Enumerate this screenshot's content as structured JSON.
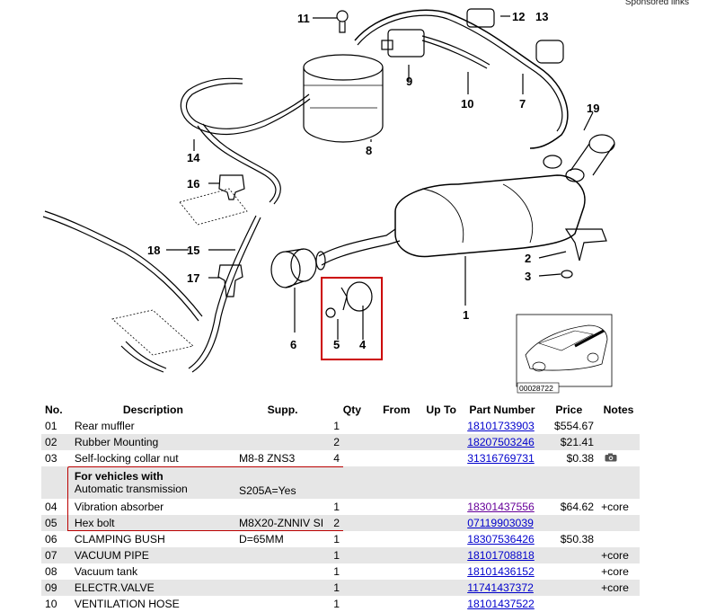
{
  "sponsored_label": "Sponsored links",
  "diagram": {
    "callouts": [
      "11",
      "12",
      "13",
      "9",
      "10",
      "7",
      "19",
      "14",
      "8",
      "16",
      "18",
      "15",
      "17",
      "6",
      "5",
      "4",
      "2",
      "3",
      "1"
    ],
    "ref_number": "00028722",
    "highlight_color": "#cc0000"
  },
  "table": {
    "headers": {
      "no": "No.",
      "description": "Description",
      "supp": "Supp.",
      "qty": "Qty",
      "from": "From",
      "upto": "Up To",
      "part_number": "Part Number",
      "price": "Price",
      "notes": "Notes"
    },
    "rows": [
      {
        "no": "01",
        "description": "Rear muffler",
        "supp": "",
        "qty": "1",
        "part_number": "18101733903",
        "price": "$554.67",
        "notes": ""
      },
      {
        "no": "02",
        "description": "Rubber Mounting",
        "supp": "",
        "qty": "2",
        "part_number": "18207503246",
        "price": "$21.41",
        "notes": ""
      },
      {
        "no": "03",
        "description": "Self-locking collar nut",
        "supp": "M8-8 ZNS3",
        "qty": "4",
        "part_number": "31316769731",
        "price": "$0.38",
        "notes": ""
      },
      {
        "condition_title": "For vehicles with",
        "condition_sub": "Automatic transmission",
        "supp": "S205A=Yes"
      },
      {
        "no": "04",
        "description": "Vibration absorber",
        "supp": "",
        "qty": "1",
        "part_number": "18301437556",
        "price": "$64.62",
        "notes": "+core"
      },
      {
        "no": "05",
        "description": "Hex bolt",
        "supp": "M8X20-ZNNIV SI",
        "qty": "2",
        "part_number": "07119903039",
        "price": "",
        "notes": ""
      },
      {
        "no": "06",
        "description": "CLAMPING BUSH",
        "supp": "D=65MM",
        "qty": "1",
        "part_number": "18307536426",
        "price": "$50.38",
        "notes": ""
      },
      {
        "no": "07",
        "description": "VACUUM PIPE",
        "supp": "",
        "qty": "1",
        "part_number": "18101708818",
        "price": "",
        "notes": "+core"
      },
      {
        "no": "08",
        "description": "Vacuum tank",
        "supp": "",
        "qty": "1",
        "part_number": "18101436152",
        "price": "",
        "notes": "+core"
      },
      {
        "no": "09",
        "description": "ELECTR.VALVE",
        "supp": "",
        "qty": "1",
        "part_number": "11741437372",
        "price": "",
        "notes": "+core"
      },
      {
        "no": "10",
        "description": "VENTILATION HOSE",
        "supp": "",
        "qty": "1",
        "part_number": "18101437522",
        "price": "",
        "notes": ""
      }
    ]
  },
  "colors": {
    "link": "#0000cc",
    "visited_link": "#660099",
    "row_alt": "#e6e6e6",
    "highlight": "#b00000"
  }
}
